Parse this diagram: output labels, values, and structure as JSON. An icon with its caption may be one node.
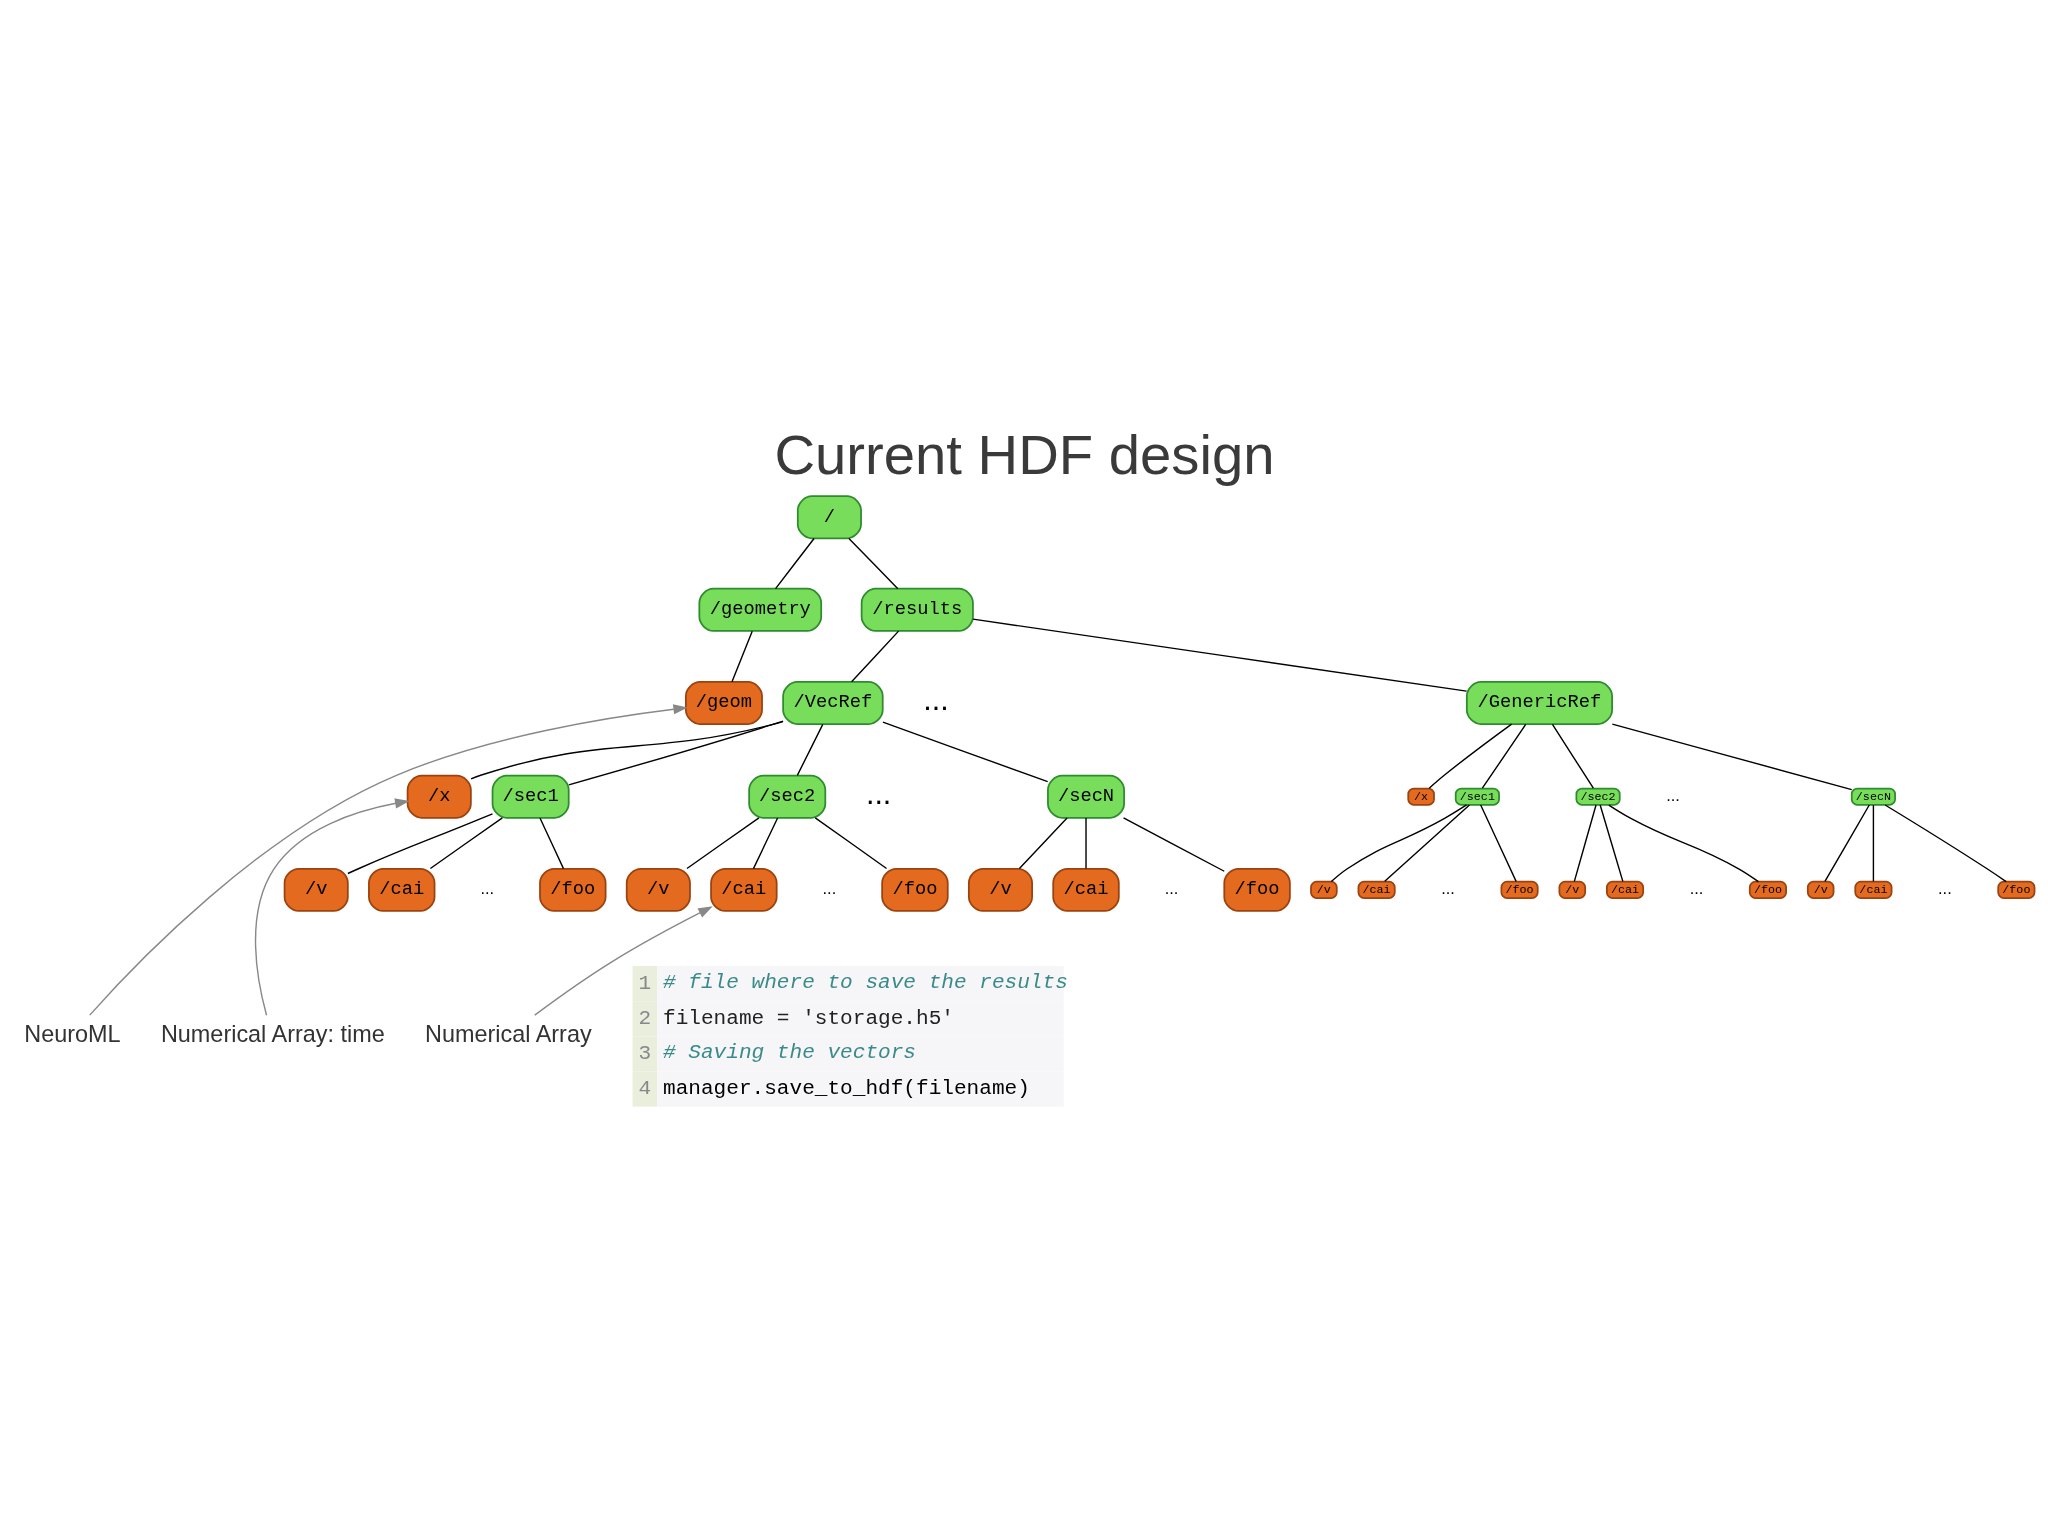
{
  "diagram": {
    "title": "Current HDF design",
    "nodes": [
      {
        "text": [
          "/"
        ]
      },
      {
        "text": [
          "/geometry"
        ]
      },
      {
        "text": [
          "/results"
        ]
      },
      {
        "text": [
          "/geom"
        ]
      },
      {
        "text": [
          "/VecRef"
        ]
      },
      {
        "text": [
          "/GenericRef"
        ]
      },
      {
        "text": [
          "/x"
        ]
      },
      {
        "text": [
          "/sec1"
        ]
      },
      {
        "text": [
          "/sec2"
        ]
      },
      {
        "text": [
          "/secN"
        ]
      },
      {
        "text": [
          "/v"
        ]
      },
      {
        "text": [
          "/cai"
        ]
      },
      {
        "text": [
          "/foo"
        ]
      },
      {
        "text": [
          "/v"
        ]
      },
      {
        "text": [
          "/cai"
        ]
      },
      {
        "text": [
          "/foo"
        ]
      },
      {
        "text": [
          "/v"
        ]
      },
      {
        "text": [
          "/cai"
        ]
      },
      {
        "text": [
          "/foo"
        ]
      },
      {
        "text": [
          "/x"
        ]
      },
      {
        "text": [
          "/sec1"
        ]
      },
      {
        "text": [
          "/sec2"
        ]
      },
      {
        "text": [
          "/secN"
        ]
      },
      {
        "text": [
          "/v"
        ]
      },
      {
        "text": [
          "/cai"
        ]
      },
      {
        "text": [
          "/foo"
        ]
      },
      {
        "text": [
          "/v"
        ]
      },
      {
        "text": [
          "/cai"
        ]
      },
      {
        "text": [
          "/foo"
        ]
      },
      {
        "text": [
          "/v"
        ]
      },
      {
        "text": [
          "/cai"
        ]
      },
      {
        "text": [
          "/foo"
        ]
      },
      {
        "text": [
          "NeuroML"
        ]
      },
      {
        "text": [
          "Numerical Array: time"
        ]
      },
      {
        "text": [
          "Numerical Array"
        ]
      }
    ],
    "edges": [
      {
        "from": 0,
        "to": 1,
        "arrow": "none"
      },
      {
        "from": 0,
        "to": 2,
        "arrow": "none"
      },
      {
        "from": 1,
        "to": 3,
        "arrow": "none"
      },
      {
        "from": 2,
        "to": 4,
        "arrow": "none"
      },
      {
        "from": 2,
        "to": 5,
        "arrow": "none"
      },
      {
        "from": 4,
        "to": 6,
        "arrow": "none"
      },
      {
        "from": 4,
        "to": 7,
        "arrow": "none"
      },
      {
        "from": 4,
        "to": 8,
        "arrow": "none"
      },
      {
        "from": 4,
        "to": 9,
        "arrow": "none"
      },
      {
        "from": 7,
        "to": 10,
        "arrow": "none"
      },
      {
        "from": 7,
        "to": 11,
        "arrow": "none"
      },
      {
        "from": 7,
        "to": 12,
        "arrow": "none"
      },
      {
        "from": 8,
        "to": 13,
        "arrow": "none"
      },
      {
        "from": 8,
        "to": 14,
        "arrow": "none"
      },
      {
        "from": 8,
        "to": 15,
        "arrow": "none"
      },
      {
        "from": 9,
        "to": 16,
        "arrow": "none"
      },
      {
        "from": 9,
        "to": 17,
        "arrow": "none"
      },
      {
        "from": 9,
        "to": 18,
        "arrow": "none"
      },
      {
        "from": 5,
        "to": 19,
        "arrow": "none"
      },
      {
        "from": 5,
        "to": 20,
        "arrow": "none"
      },
      {
        "from": 5,
        "to": 21,
        "arrow": "none"
      },
      {
        "from": 5,
        "to": 22,
        "arrow": "none"
      },
      {
        "from": 20,
        "to": 23,
        "arrow": "none"
      },
      {
        "from": 20,
        "to": 24,
        "arrow": "none"
      },
      {
        "from": 20,
        "to": 25,
        "arrow": "none"
      },
      {
        "from": 21,
        "to": 26,
        "arrow": "none"
      },
      {
        "from": 21,
        "to": 27,
        "arrow": "none"
      },
      {
        "from": 21,
        "to": 28,
        "arrow": "none"
      },
      {
        "from": 22,
        "to": 29,
        "arrow": "none"
      },
      {
        "from": 22,
        "to": 30,
        "arrow": "none"
      },
      {
        "from": 22,
        "to": 31,
        "arrow": "none"
      },
      {
        "from": 32,
        "to": 3,
        "arrow": "to",
        "color": "#888888"
      },
      {
        "from": 33,
        "to": 6,
        "arrow": "to",
        "color": "#888888"
      },
      {
        "from": 34,
        "to": 14,
        "arrow": "to",
        "color": "#888888"
      }
    ],
    "labels": [
      "...",
      "...",
      "...",
      "...",
      "...",
      "...",
      "...",
      "...",
      "...",
      "1",
      "# file where to save the results",
      "2",
      "filename = 'storage.h5'",
      "3",
      "# Saving the vectors",
      "4",
      "manager.save_to_hdf(filename)"
    ]
  }
}
